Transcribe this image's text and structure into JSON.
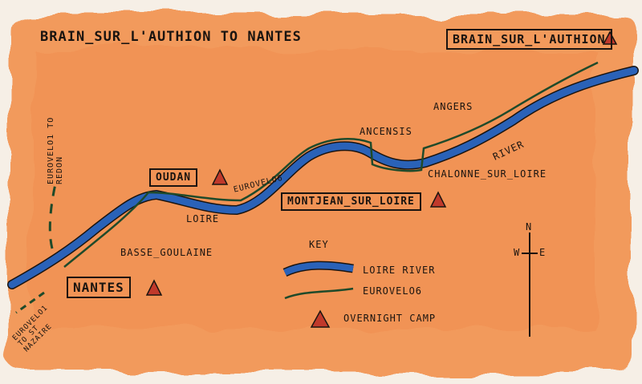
{
  "title": "BRAIN_SUR_L'AUTHION TO NANTES",
  "places": {
    "brain": "BRAIN_SUR_L'AUTHION",
    "angers": "ANGERS",
    "ancensis": "ANCENSIS",
    "chalonne": "CHALONNE_SUR_LOIRE",
    "montjean": "MONTJEAN_SUR_LOIRE",
    "oudan": "OUDAN",
    "basse_goulaine": "BASSE_GOULAINE",
    "nantes": "NANTES"
  },
  "route_labels": {
    "eurovelo6": "EUROVELO6",
    "loire": "LOIRE",
    "river": "RIVER",
    "eurovelo1_redon": "EUROVELO1 TO REDON",
    "eurovelo1_stnazaire": "EUROVELO1 TO ST NAZAIRE"
  },
  "legend": {
    "title": "KEY",
    "items": [
      {
        "label": "LOIRE RIVER",
        "icon": "river-icon"
      },
      {
        "label": "EUROVELO6",
        "icon": "bike-route-icon"
      },
      {
        "label": "OVERNIGHT CAMP",
        "icon": "tent-icon"
      }
    ]
  },
  "compass": {
    "n": "N",
    "w": "W",
    "e": "E"
  },
  "colors": {
    "paper": "#f6efe6",
    "wash": "#f29a5c",
    "river": "#2a62b8",
    "route": "#1f4a2a",
    "tent": "#c0392b"
  }
}
